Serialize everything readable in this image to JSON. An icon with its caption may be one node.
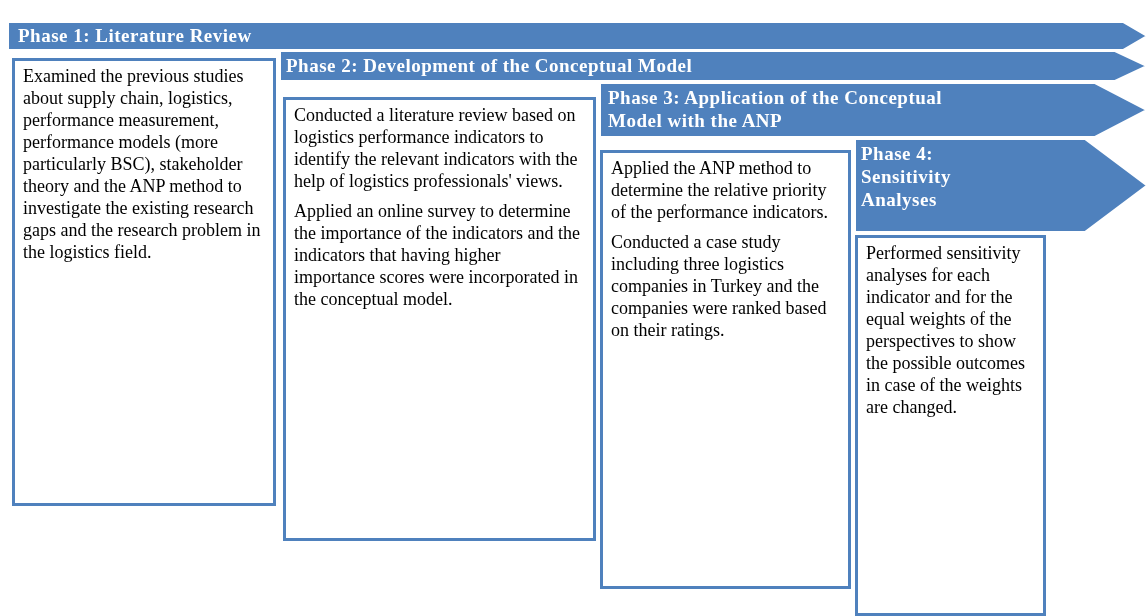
{
  "diagram": {
    "nodes": [
      {
        "text": [
          "Phase 1: Literature  Review"
        ]
      },
      {
        "text": [
          "Examined the previous studies about supply chain, logistics, performance measurement, performance models (more particularly BSC), stakeholder theory and the ANP method to investigate the existing research gaps and the research problem in the logistics field."
        ]
      },
      {
        "text": [
          "Phase 2: Development  of  the Conceptual   Model"
        ]
      },
      {
        "text": [
          "Conducted a literature review based on logistics performance indicators to identify the relevant indicators  with the help of logistics professionals' views.",
          "Applied  an online survey to determine the importance of the indicators and the indicators that having higher importance scores were incorporated in the conceptual model."
        ]
      },
      {
        "text": [
          "Phase 3: Application  of the Conceptual  Model with  the ANP"
        ]
      },
      {
        "text": [
          "Applied the ANP method to determine the relative priority  of the performance indicators.",
          "Conducted a case study including  three logistics  companies in Turkey and the companies were ranked based on their ratings."
        ]
      },
      {
        "text": [
          "Phase 4: Sensitivity Analyses"
        ]
      },
      {
        "text": [
          "Performed sensitivity analyses for each indicator and for the equal weights of the perspectives to show the possible outcomes in case of the weights are changed."
        ]
      }
    ]
  }
}
